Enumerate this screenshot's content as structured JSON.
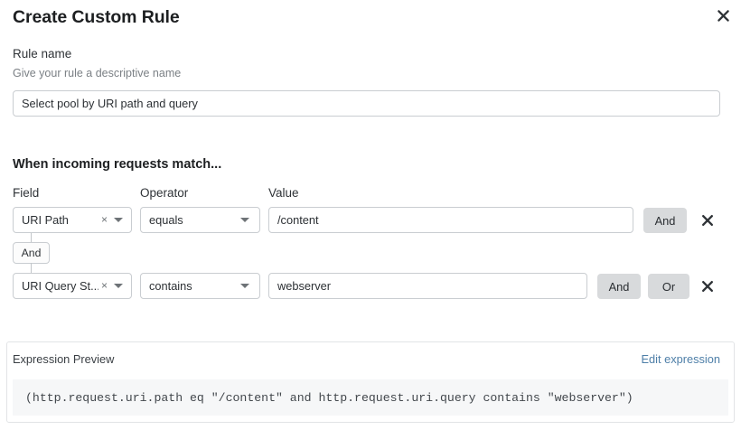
{
  "dialog": {
    "title": "Create Custom Rule",
    "close_icon": "close-icon"
  },
  "rule_name": {
    "label": "Rule name",
    "help_text": "Give your rule a descriptive name",
    "value": "Select pool by URI path and query",
    "placeholder": "Enter rule name"
  },
  "match_section": {
    "heading": "When incoming requests match...",
    "columns": {
      "field": "Field",
      "operator": "Operator",
      "value": "Value"
    },
    "connector": {
      "label": "And"
    },
    "rows": [
      {
        "field": "URI Path",
        "operator": "equals",
        "value": "/content",
        "clear_icon": "clear-icon",
        "caret_icon": "chevron-down-icon",
        "buttons": [
          "And"
        ],
        "delete_icon": "close-icon"
      },
      {
        "field": "URI Query St...",
        "operator": "contains",
        "value": "webserver",
        "clear_icon": "clear-icon",
        "caret_icon": "chevron-down-icon",
        "buttons": [
          "And",
          "Or"
        ],
        "delete_icon": "close-icon"
      }
    ]
  },
  "expression_preview": {
    "label": "Expression Preview",
    "edit_link": "Edit expression",
    "expression": "(http.request.uri.path eq \"/content\" and http.request.uri.query contains \"webserver\")"
  },
  "colors": {
    "link": "#4e7fa8",
    "button_bg": "#d8dadc",
    "border": "#c9cdd1",
    "code_bg": "#f6f7f8",
    "text": "#2c3034",
    "muted_text": "#7b8085"
  }
}
